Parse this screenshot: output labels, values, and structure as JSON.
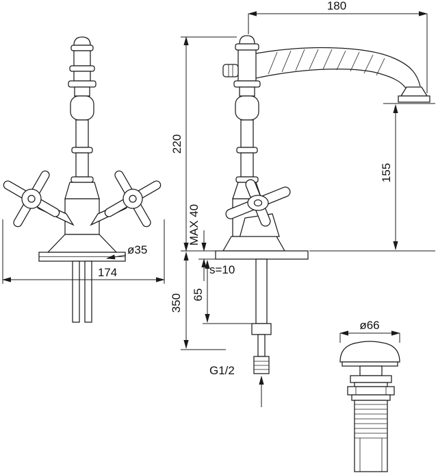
{
  "drawing": {
    "background": "#ffffff",
    "line_color": "#1a1a1a"
  },
  "front_view": {
    "base_diameter": "ø35",
    "overall_width": "174"
  },
  "side_view": {
    "spout_reach": "180",
    "body_height": "220",
    "outlet_height": "155",
    "max_deck_thickness": "MAX 40",
    "plate_thickness": "s=10",
    "shank_length": "65",
    "hose_length": "350",
    "thread_size": "G1/2"
  },
  "waste_view": {
    "cap_diameter": "ø66"
  }
}
